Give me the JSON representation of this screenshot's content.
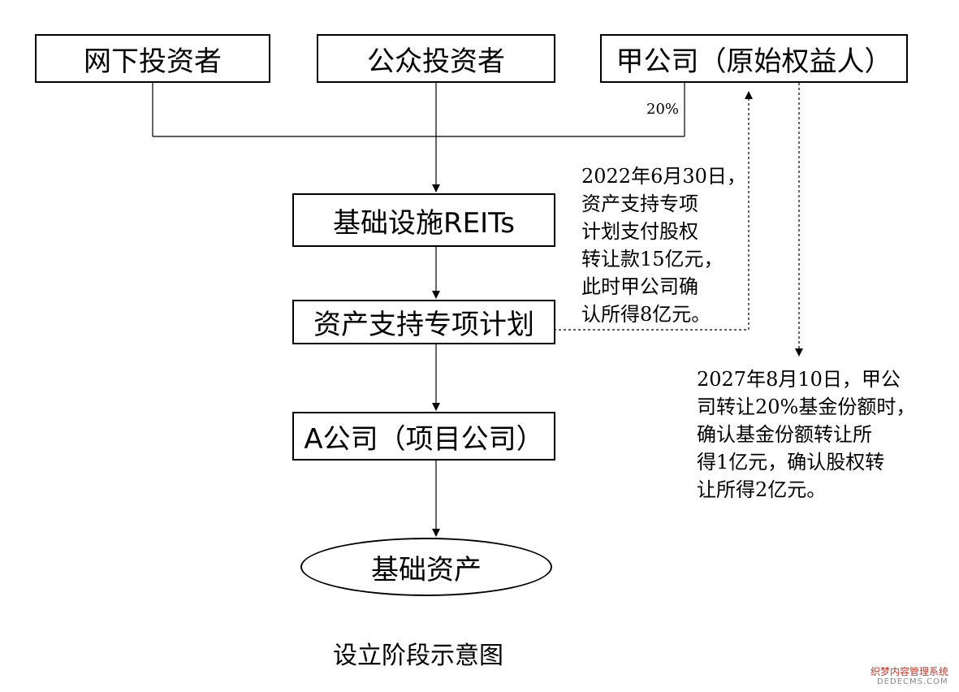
{
  "nodes": {
    "offline_investors": "网下投资者",
    "public_investors": "公众投资者",
    "company_jia": "甲公司（原始权益人）",
    "reits": "基础设施REITs",
    "abs_plan": "资产支持专项计划",
    "company_a": "A公司（项目公司）",
    "underlying_asset": "基础资产"
  },
  "labels": {
    "percent": "20%"
  },
  "notes": {
    "note_2022": [
      "2022年6月30日，",
      "资产支持专项",
      "计划支付股权",
      "转让款15亿元，",
      "此时甲公司确",
      "认所得8亿元。"
    ],
    "note_2027": [
      "2027年8月10日，甲公",
      "司转让20%基金份额时，",
      "确认基金份额转让所",
      "得1亿元，确认股权转",
      "让所得2亿元。"
    ]
  },
  "caption": "设立阶段示意图",
  "watermark": {
    "line1": "织梦内容管理系统",
    "line2": "DEDECMS.COM"
  }
}
